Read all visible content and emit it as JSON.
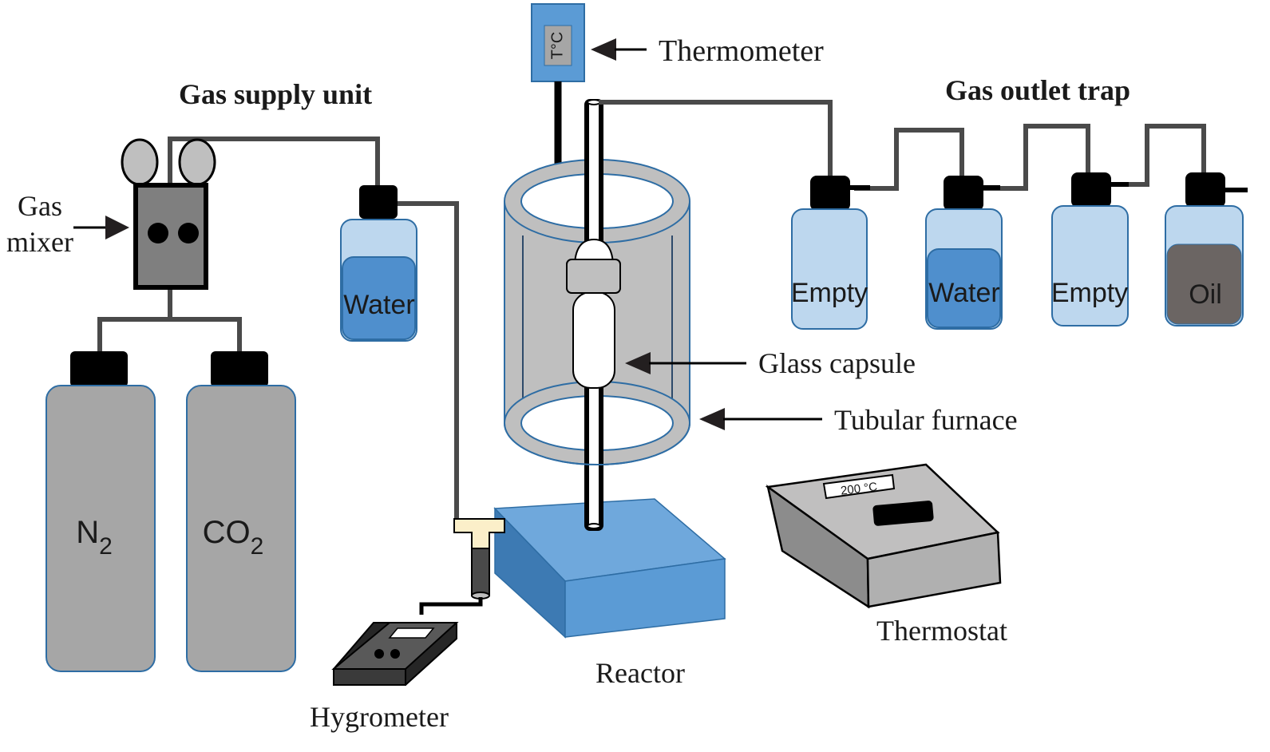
{
  "title_gas_supply": "Gas supply unit",
  "title_gas_outlet": "Gas outlet trap",
  "labels": {
    "thermometer": "Thermometer",
    "gas_mixer_line1": "Gas",
    "gas_mixer_line2": "mixer",
    "glass_capsule": "Glass capsule",
    "tubular_furnace": "Tubular furnace",
    "thermostat": "Thermostat",
    "reactor": "Reactor",
    "hygrometer": "Hygrometer"
  },
  "thermometer_display": "T°C",
  "thermostat_display": "200 °C",
  "cylinders": [
    {
      "name": "N",
      "sub": "2"
    },
    {
      "name": "CO",
      "sub": "2"
    }
  ],
  "humidifier_bottle": {
    "label": "Water",
    "fill": "water"
  },
  "trap_bottles": [
    {
      "label": "Empty",
      "fill": "empty"
    },
    {
      "label": "Water",
      "fill": "water"
    },
    {
      "label": "Empty",
      "fill": "empty"
    },
    {
      "label": "Oil",
      "fill": "oil"
    }
  ],
  "colors": {
    "bottle_light": "#bdd7ee",
    "bottle_stroke": "#2e6da4",
    "water": "#4f8fcd",
    "oil": "#6b6563",
    "cylinder": "#a6a6a6",
    "reactor": "#5b9bd5",
    "furnace": "#bfbfbf",
    "pipe": "#4a4a4a",
    "tee": "#fbefc9"
  }
}
